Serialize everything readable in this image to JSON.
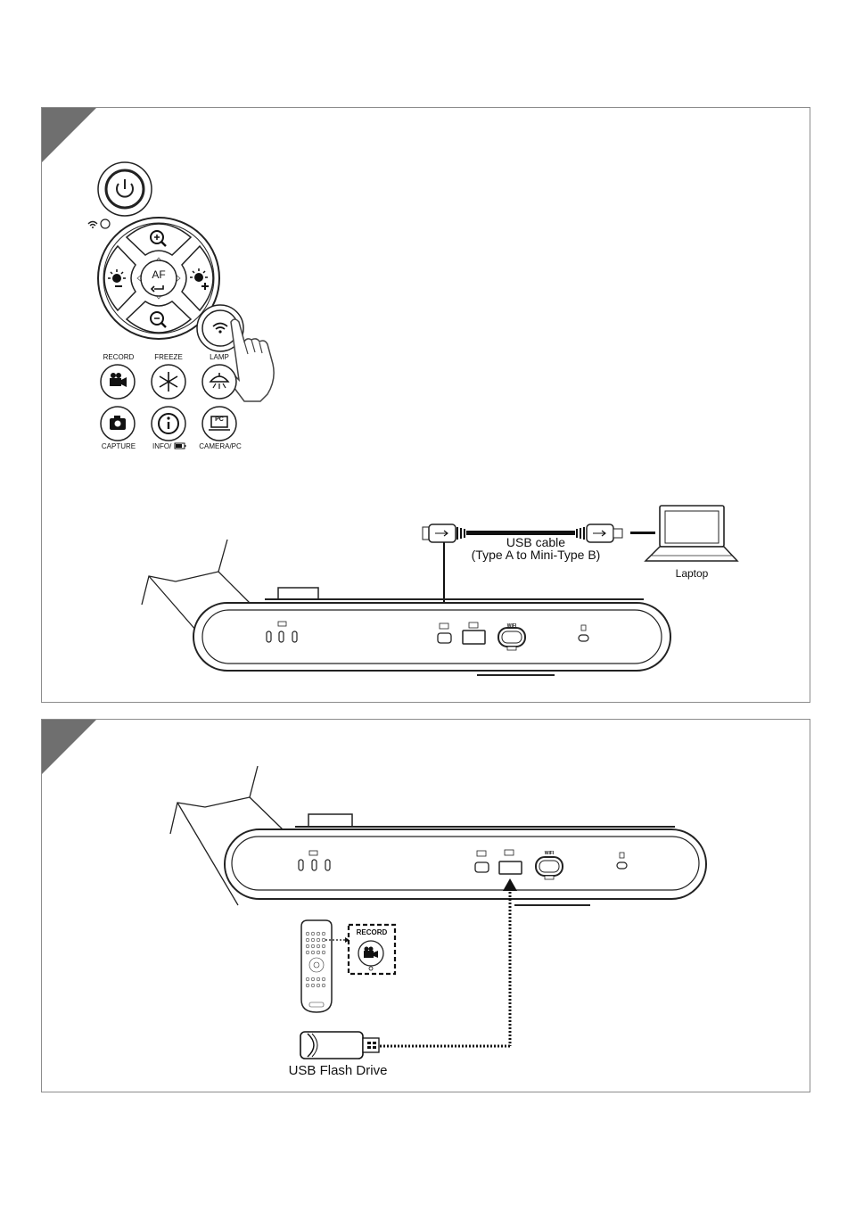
{
  "panel1": {
    "buttons": {
      "record": "RECORD",
      "freeze": "FREEZE",
      "lamp": "LAMP",
      "capture": "CAPTURE",
      "info": "INFO/",
      "camera_pc": "CAMERA/PC",
      "pc_icon_text": "PC",
      "af": "AF"
    },
    "cable": {
      "line1": "USB cable",
      "line2": "(Type A to Mini-Type B)"
    },
    "laptop_label": "Laptop",
    "device_port_label": "WIFI"
  },
  "panel2": {
    "record_label": "RECORD",
    "device_port_label": "WIFI",
    "usb_label": "USB Flash Drive"
  },
  "colors": {
    "line": "#111111",
    "panel_border": "#8c8c8c",
    "corner": "#6f6f6f"
  }
}
